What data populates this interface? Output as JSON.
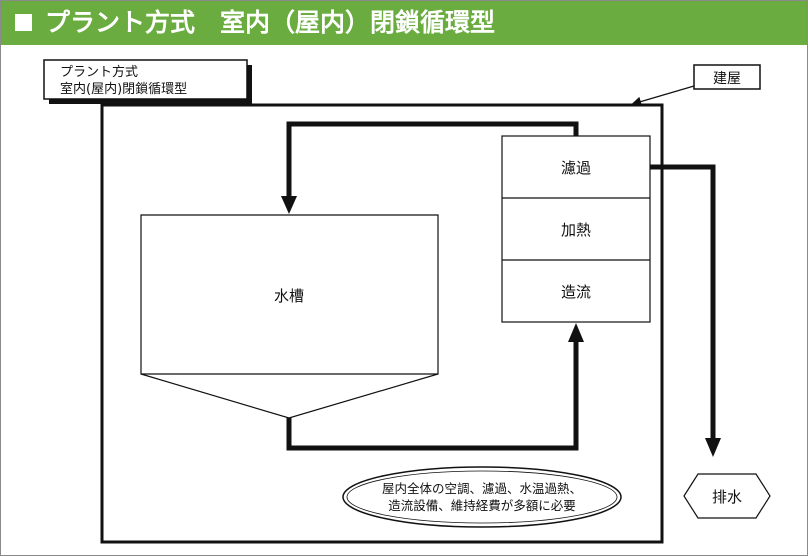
{
  "title": "プラント方式　室内（屋内）閉鎖循環型",
  "diagram": {
    "label_line1": "プラント方式",
    "label_line2": "室内(屋内)閉鎖循環型",
    "building_label": "建屋",
    "tank_label": "水槽",
    "process_steps": [
      "濾過",
      "加熱",
      "造流"
    ],
    "drain_label": "排水",
    "note_line1": "屋内全体の空調、濾過、水温過熱、",
    "note_line2": "造流設備、維持経費が多額に必要"
  }
}
